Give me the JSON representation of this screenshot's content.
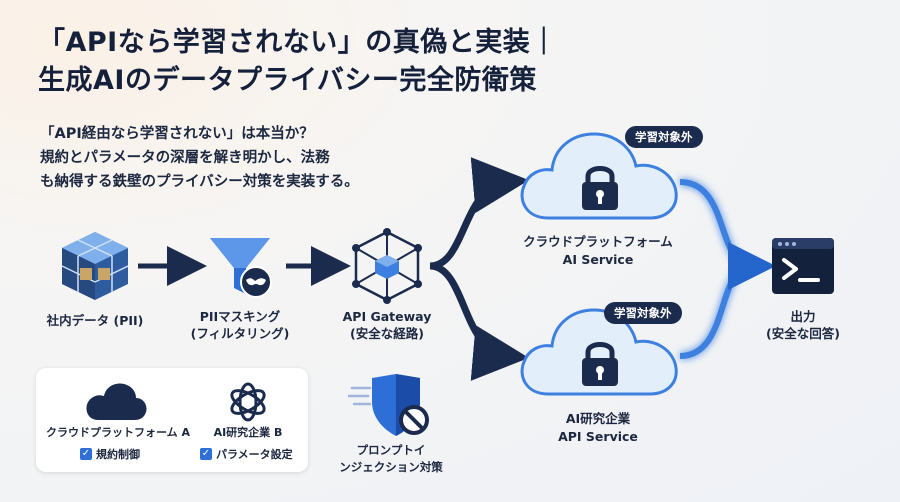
{
  "title": {
    "line1": "「APIなら学習されない」の真偽と実装｜",
    "line2": "生成AIのデータプライバシー完全防衛策"
  },
  "description": [
    "「API経由なら学習されない」は本当か？",
    "規約とパラメータの深層を解き明かし、法務",
    "も納得する鉄壁のプライバシー対策を実装する。"
  ],
  "flow": {
    "source": {
      "label": "社内データ (PII)",
      "icon": "data-cube-icon"
    },
    "masking": {
      "label1": "PIIマスキング",
      "label2": "(フィルタリング)",
      "icon": "funnel-mask-icon"
    },
    "gateway": {
      "label1": "API Gateway",
      "label2": "(安全な経路)",
      "icon": "network-hub-icon"
    },
    "cloud_top": {
      "label1": "クラウドプラットフォーム",
      "label2": "AI Service",
      "badge": "学習対象外",
      "icon": "cloud-lock-icon"
    },
    "cloud_bottom": {
      "label1": "AI研究企業",
      "label2": "API Service",
      "badge": "学習対象外",
      "icon": "cloud-lock-icon"
    },
    "output": {
      "label1": "出力",
      "label2": "(安全な回答)",
      "icon": "terminal-icon"
    }
  },
  "legend": {
    "a": {
      "name": "クラウドプラットフォーム A",
      "check": "規約制御",
      "icon": "cloud-icon"
    },
    "b": {
      "name": "AI研究企業 B",
      "check": "パラメータ設定",
      "icon": "openai-knot-icon"
    }
  },
  "shield": {
    "label1": "プロンプトイ",
    "label2": "ンジェクション対策",
    "icon": "shield-block-icon"
  },
  "colors": {
    "accent": "#2d6fd6",
    "dark": "#1b2b4d",
    "cloud_fill": "#e3eefb"
  }
}
